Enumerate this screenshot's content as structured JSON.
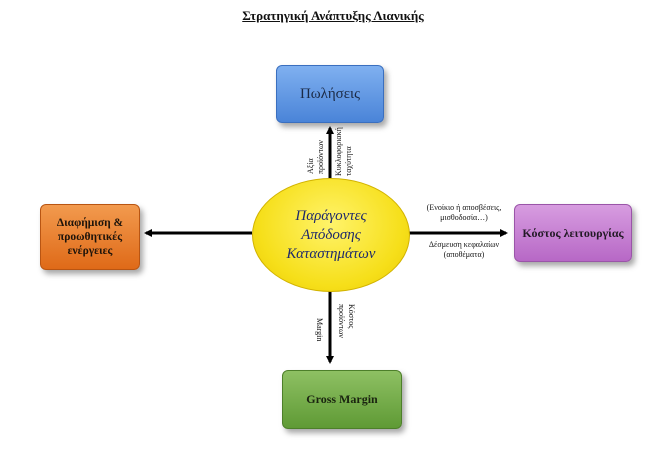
{
  "title": "Στρατηγική Ανάπτυξης Λιανικής",
  "nodes": {
    "center": [
      "Παράγοντες",
      "Απόδοσης",
      "Καταστημάτων"
    ],
    "sales": "Πωλήσεις",
    "advertising": [
      "Διαφήμιση &",
      "προωθητικές",
      "ενέργειες"
    ],
    "operating_cost": "Κόστος λειτουργίας",
    "gross_margin": "Gross Margin"
  },
  "edge_labels": {
    "to_sales": [
      "Αξία",
      "προϊόντων",
      "Κυκλοφοριακή",
      "ταχύτητα"
    ],
    "to_cost_top": [
      "(Ενοίκιο ή αποσβέσεις,",
      "μισθοδοσία…)"
    ],
    "to_cost_bottom": [
      "Δέσμευση κεφαλαίων",
      "(αποθέματα)"
    ],
    "to_gross": [
      "Margin",
      "Κόστος",
      "προϊόντων"
    ]
  },
  "colors": {
    "sales": "#4a84d8",
    "advertising": "#df6a18",
    "operating_cost": "#b768c6",
    "gross_margin": "#5f9a35",
    "center": "#f6df1a"
  }
}
